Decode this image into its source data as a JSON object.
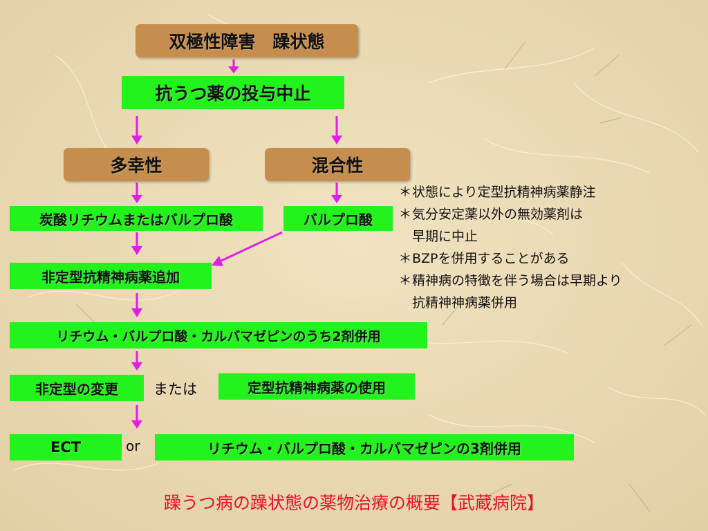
{
  "boxes": {
    "bipolar_mania": "双極性障害　躁状態",
    "stop_antidepressant": "抗うつ薬の投与中止",
    "euphoric": "多幸性",
    "mixed": "混合性",
    "lithium_or_valproate": "炭酸リチウムまたはバルプロ酸",
    "valproate": "バルプロ酸",
    "add_atypical": "非定型抗精神病薬追加",
    "two_drug_combo": "リチウム・バルプロ酸・カルバマゼピンのうち2剤併用",
    "change_atypical": "非定型の変更",
    "use_typical": "定型抗精神病薬の使用",
    "ect": "ECT",
    "three_drug_combo": "リチウム・バルプロ酸・カルバマゼピンの3剤併用"
  },
  "connectors": {
    "or_ja": "または",
    "or_en": "or"
  },
  "notes": [
    {
      "mark": "＊",
      "lines": [
        "状態により定型抗精神病薬静注"
      ]
    },
    {
      "mark": "＊",
      "lines": [
        "気分安定薬以外の無効薬剤は",
        "早期に中止"
      ]
    },
    {
      "mark": "＊",
      "lines": [
        "BZPを併用することがある"
      ]
    },
    {
      "mark": "＊",
      "lines": [
        "精神病の特徴を伴う場合は早期より",
        "抗精神神病薬併用"
      ]
    }
  ],
  "caption": "躁うつ病の躁状態の薬物治療の概要【武蔵病院】",
  "colors": {
    "arrow": "#e020e0",
    "box_green": "#22f31c",
    "box_brown": "#c58e4e",
    "caption": "#e8102a",
    "background": "#ecdcb6"
  }
}
